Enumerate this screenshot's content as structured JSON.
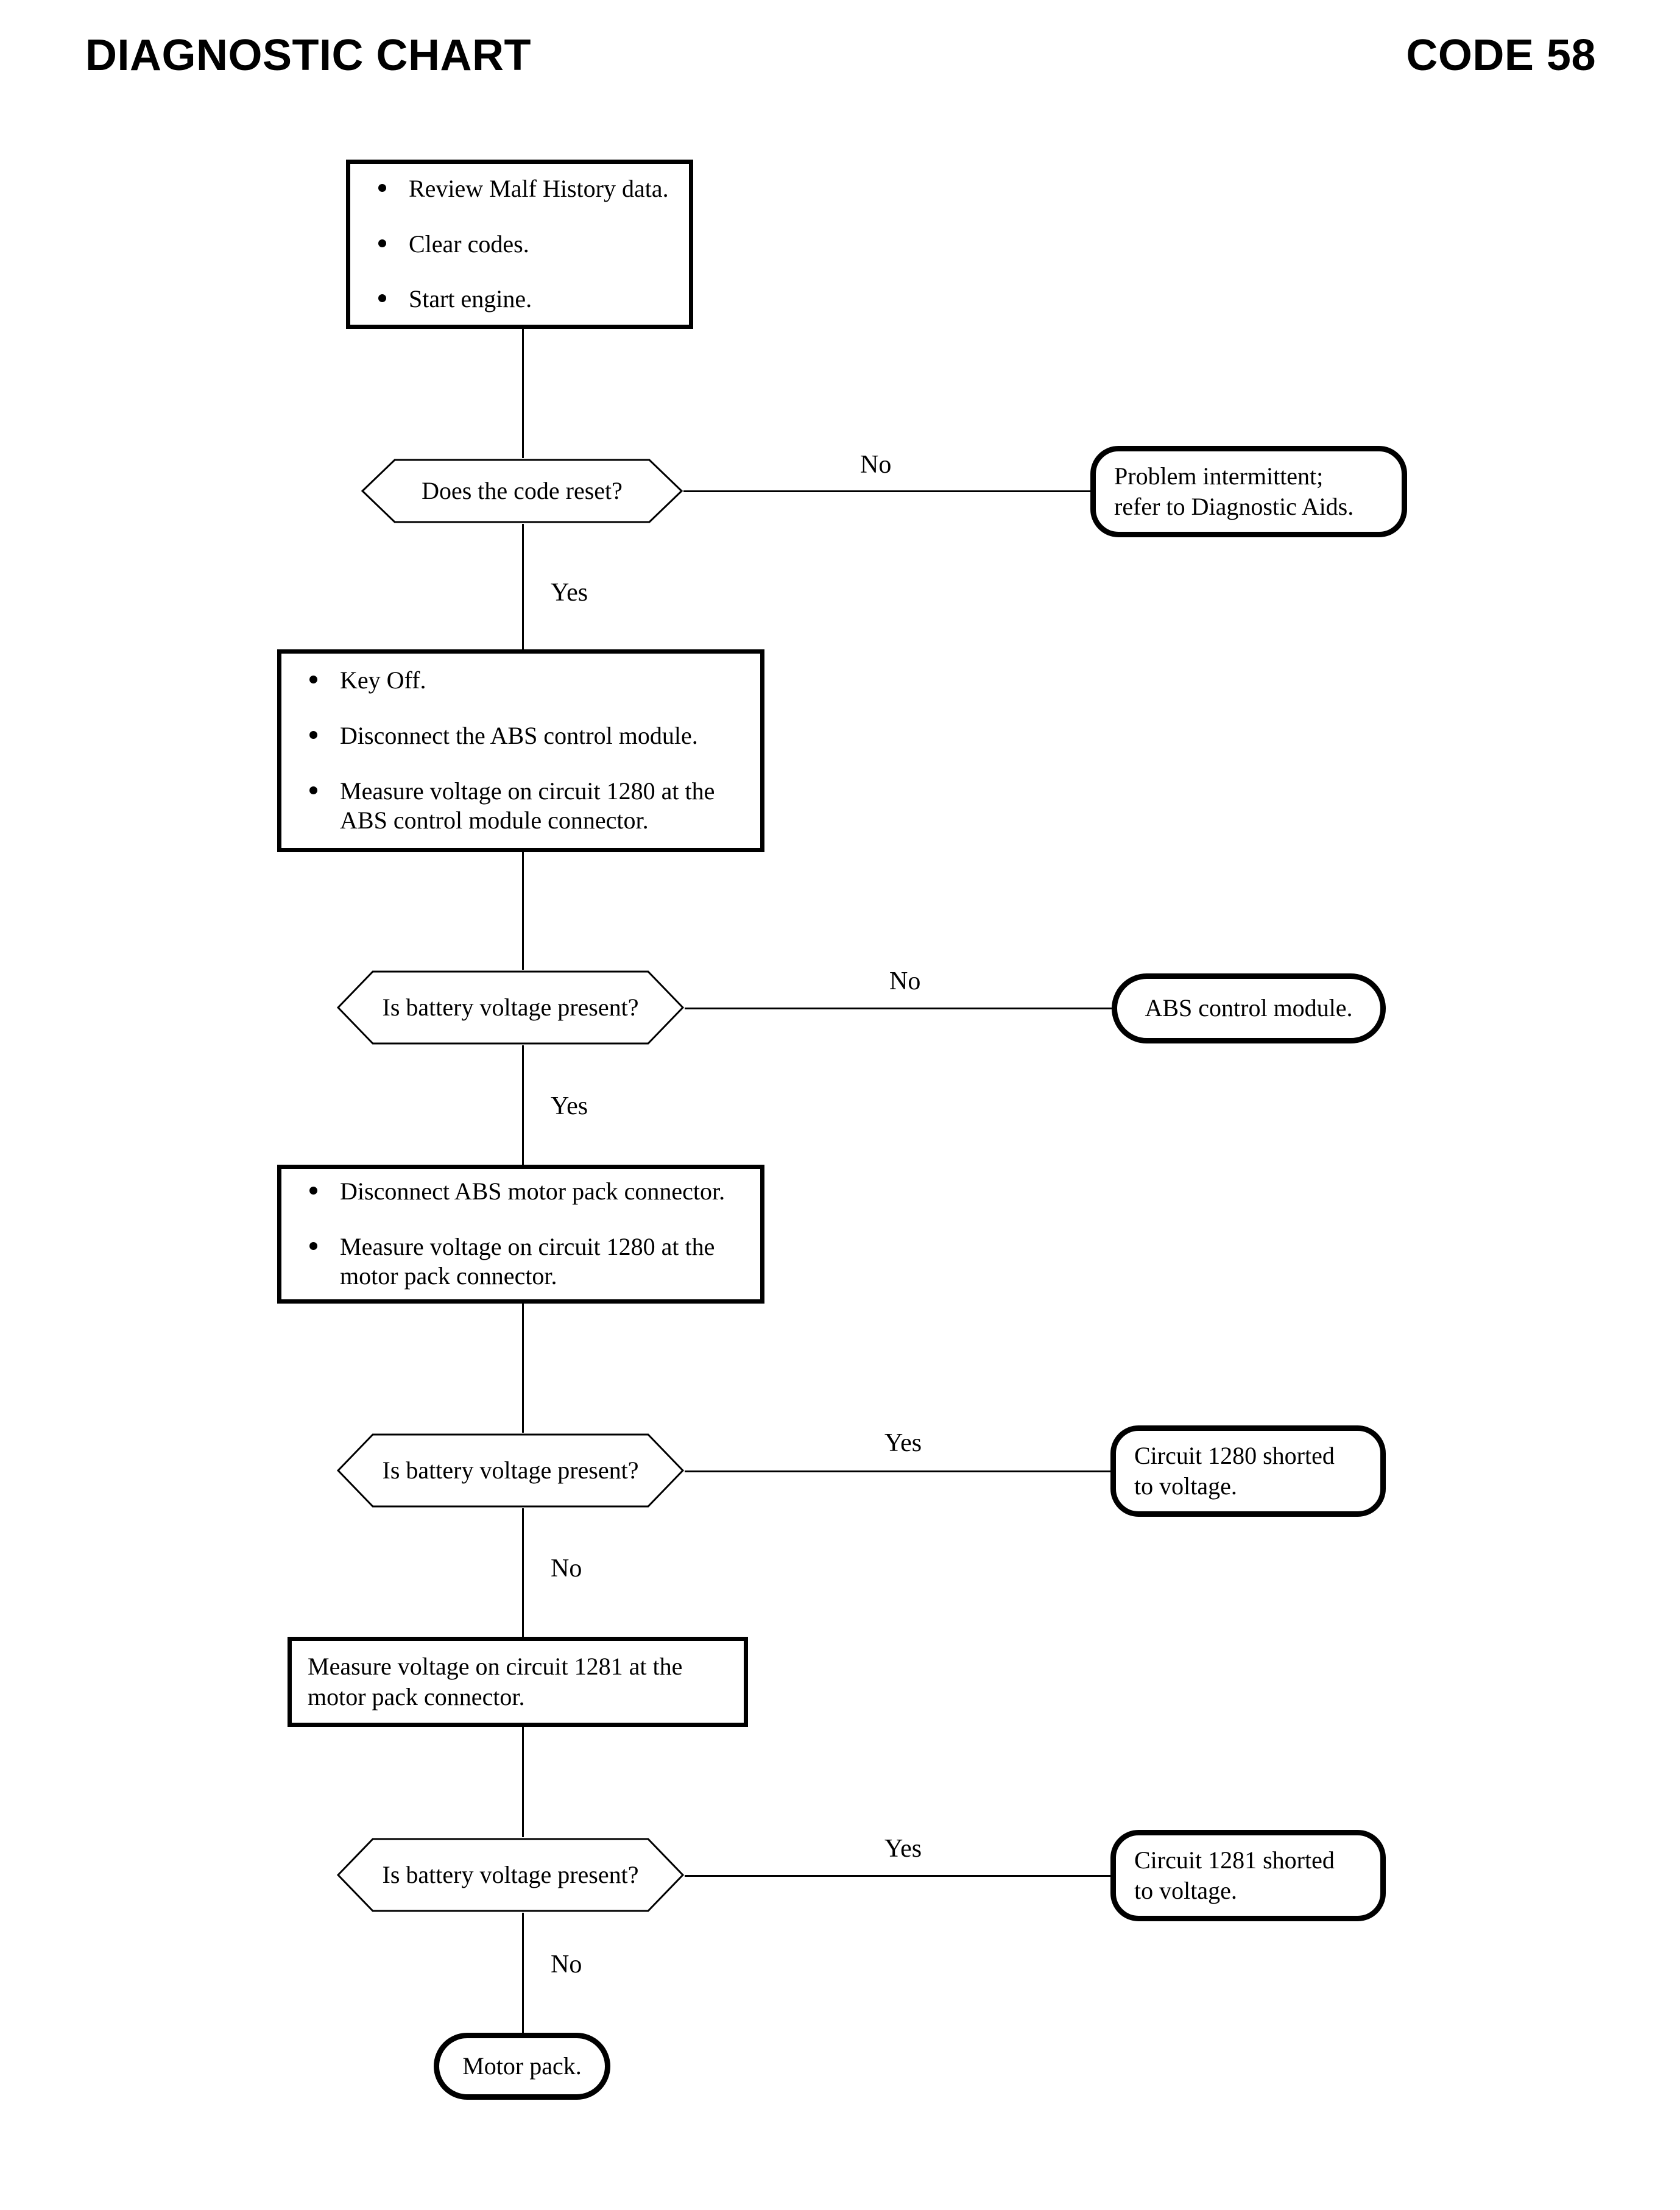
{
  "header": {
    "title": "DIAGNOSTIC CHART",
    "code": "CODE 58"
  },
  "nodes": {
    "step1": {
      "type": "process",
      "bullets": [
        "Review Malf History data.",
        "Clear codes.",
        "Start engine."
      ]
    },
    "decision1": {
      "type": "decision",
      "text": "Does the code reset?"
    },
    "result1": {
      "type": "terminator",
      "line1": "Problem intermittent;",
      "line2": "refer to Diagnostic Aids."
    },
    "step2": {
      "type": "process",
      "bullets": [
        "Key Off.",
        "Disconnect the ABS control module.",
        "Measure voltage on circuit 1280 at the ABS control module connector."
      ]
    },
    "decision2": {
      "type": "decision",
      "text": "Is battery voltage present?"
    },
    "result2": {
      "type": "terminator",
      "line1": "ABS control module.",
      "line2": ""
    },
    "step3": {
      "type": "process",
      "bullets": [
        "Disconnect ABS motor pack connector.",
        "Measure voltage on circuit 1280 at the motor pack connector."
      ]
    },
    "decision3": {
      "type": "decision",
      "text": "Is battery voltage present?"
    },
    "result3": {
      "type": "terminator",
      "line1": "Circuit 1280 shorted",
      "line2": "to voltage."
    },
    "step4": {
      "type": "process",
      "text": "Measure voltage on circuit 1281 at the motor pack connector."
    },
    "decision4": {
      "type": "decision",
      "text": "Is battery voltage present?"
    },
    "result4": {
      "type": "terminator",
      "line1": "Circuit 1281 shorted",
      "line2": "to voltage."
    },
    "result5": {
      "type": "terminator",
      "line1": "Motor pack.",
      "line2": ""
    }
  },
  "branch_labels": {
    "d1_no": "No",
    "d1_yes": "Yes",
    "d2_no": "No",
    "d2_yes": "Yes",
    "d3_yes": "Yes",
    "d3_no": "No",
    "d4_yes": "Yes",
    "d4_no": "No"
  },
  "colors": {
    "ink": "#000000",
    "paper": "#ffffff"
  }
}
